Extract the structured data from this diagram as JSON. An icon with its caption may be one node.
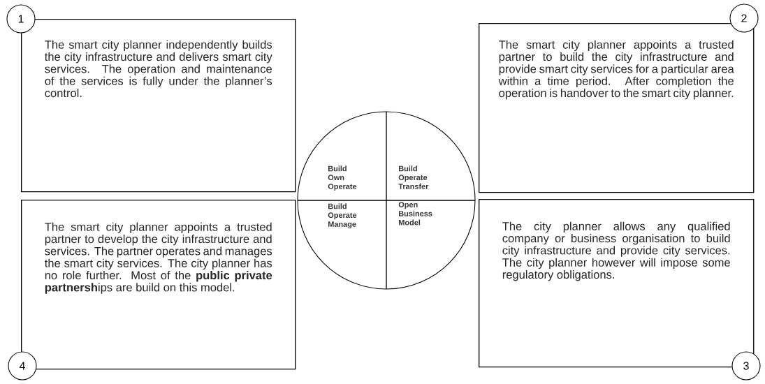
{
  "diagram": {
    "nodes": [
      {
        "text": [
          "1"
        ]
      },
      {
        "text": [
          "The smart city planner independently builds the city infrastructure and delivers smart city services. The operation and maintenance of the services is fully under the planner’s control."
        ]
      },
      {
        "text": [
          "2"
        ]
      },
      {
        "text": [
          "The smart city planner appoints a trusted partner to build the city infrastructure and provide smart city services for a particular area within a time period. After completion the operation is handover to the smart city planner."
        ]
      },
      {
        "text": [],
        "shape": "circle"
      },
      {
        "text": [
          "Build Own Operate"
        ],
        "in": 4
      },
      {
        "text": [
          "Build Operate Transfer"
        ],
        "in": 4
      },
      {
        "text": [
          "Build Operate Manage"
        ],
        "in": 4
      },
      {
        "text": [
          "Open Business Model"
        ],
        "in": 4
      },
      {
        "text": [
          "The smart city planner appoints a trusted partner to develop the city infrastructure and services. The partner operates and manages the smart city services. The city planner has no role further. Most of the **public private partnersh**ips are build on this model."
        ]
      },
      {
        "text": [
          "The city planner allows any qualified company or business organisation to build city infrastructure and provide city services. The city planner however will impose some regulatory obligations."
        ]
      },
      {
        "text": [
          "4"
        ]
      },
      {
        "text": [
          "3"
        ]
      }
    ]
  }
}
